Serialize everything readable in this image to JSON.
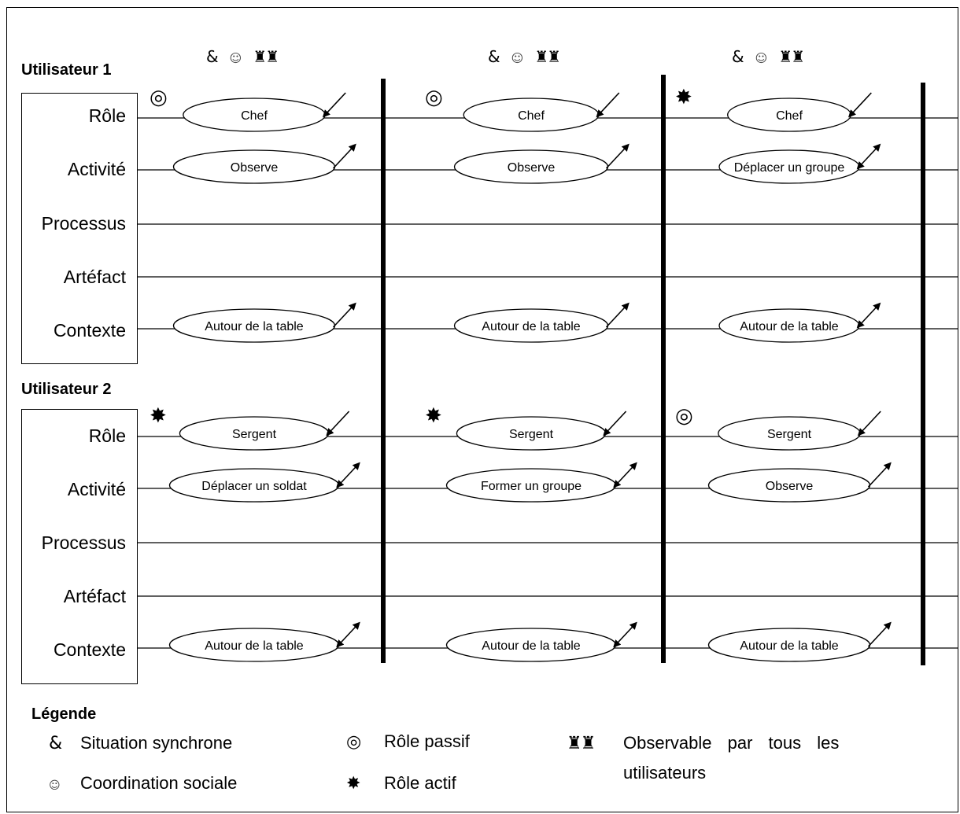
{
  "header_symbols": {
    "sync": "&",
    "social": "☺",
    "observable": "♜♜"
  },
  "users": [
    {
      "title": "Utilisateur 1",
      "rows": [
        "Rôle",
        "Activité",
        "Processus",
        "Artéfact",
        "Contexte"
      ],
      "columns": [
        {
          "role_marker": "passive-role-icon",
          "role": "Chef",
          "role_arrow": "in",
          "activity": "Observe",
          "activity_arrow": "out",
          "context": "Autour de la table",
          "context_arrow": "out"
        },
        {
          "role_marker": "passive-role-icon",
          "role": "Chef",
          "role_arrow": "in",
          "activity": "Observe",
          "activity_arrow": "out",
          "context": "Autour de la table",
          "context_arrow": "out"
        },
        {
          "role_marker": "active-role-icon",
          "role": "Chef",
          "role_arrow": "in",
          "activity": "Déplacer un groupe",
          "activity_arrow": "both",
          "context": "Autour de la table",
          "context_arrow": "both"
        }
      ]
    },
    {
      "title": "Utilisateur 2",
      "rows": [
        "Rôle",
        "Activité",
        "Processus",
        "Artéfact",
        "Contexte"
      ],
      "columns": [
        {
          "role_marker": "active-role-icon",
          "role": "Sergent",
          "role_arrow": "in",
          "activity": "Déplacer un soldat",
          "activity_arrow": "both",
          "context": "Autour de la table",
          "context_arrow": "both"
        },
        {
          "role_marker": "active-role-icon",
          "role": "Sergent",
          "role_arrow": "in",
          "activity": "Former un groupe",
          "activity_arrow": "both",
          "context": "Autour de la table",
          "context_arrow": "both"
        },
        {
          "role_marker": "passive-role-icon",
          "role": "Sergent",
          "role_arrow": "in",
          "activity": "Observe",
          "activity_arrow": "out",
          "context": "Autour de la table",
          "context_arrow": "out"
        }
      ]
    }
  ],
  "legend": {
    "title": "Légende",
    "items": [
      {
        "symbol": "&",
        "label": "Situation synchrone"
      },
      {
        "symbol": "☺",
        "label": "Coordination sociale"
      },
      {
        "symbol": "◎",
        "label": "Rôle passif"
      },
      {
        "symbol": "✸",
        "label": "Rôle actif"
      },
      {
        "symbol": "♜♜",
        "label": "Observable par tous les"
      },
      {
        "symbol": "",
        "label": "utilisateurs"
      }
    ]
  }
}
